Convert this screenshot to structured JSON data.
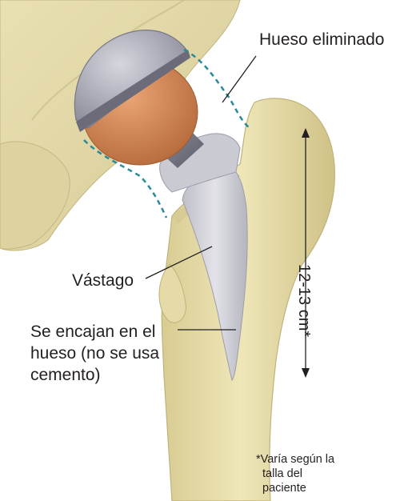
{
  "labels": {
    "removed_bone": "Hueso eliminado",
    "stem": "Vástago",
    "press_fit_line1": "Se encajan en el",
    "press_fit_line2": "hueso (no se usa",
    "press_fit_line3": "cemento)",
    "stem_length": "12-13 cm*",
    "footnote_line1": "*Varía según la",
    "footnote_line2": "talla del",
    "footnote_line3": "paciente"
  },
  "colors": {
    "bone": "#ece3b4",
    "bone_shadow": "#c9bd86",
    "femoral_head": "#d58a58",
    "acetabular_cup": "#a9a9b6",
    "stem": "#d3d3da",
    "removed_outline": "#2a8a9a",
    "leader_line": "#231f20"
  }
}
